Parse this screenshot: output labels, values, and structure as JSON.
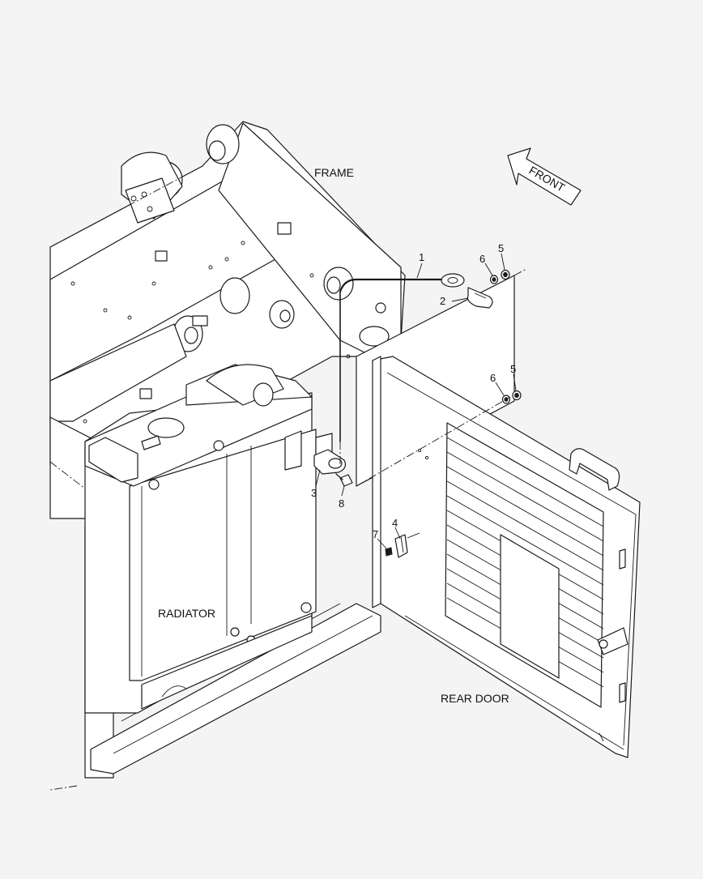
{
  "labels": {
    "frame": "FRAME",
    "radiator": "RADIATOR",
    "rear_door": "REAR DOOR",
    "front_arrow": "FRONT"
  },
  "callouts": {
    "c1": "1",
    "c2": "2",
    "c3": "3",
    "c4": "4",
    "c5a": "5",
    "c6a": "6",
    "c5b": "5",
    "c6b": "6",
    "c7": "7",
    "c8": "8"
  }
}
